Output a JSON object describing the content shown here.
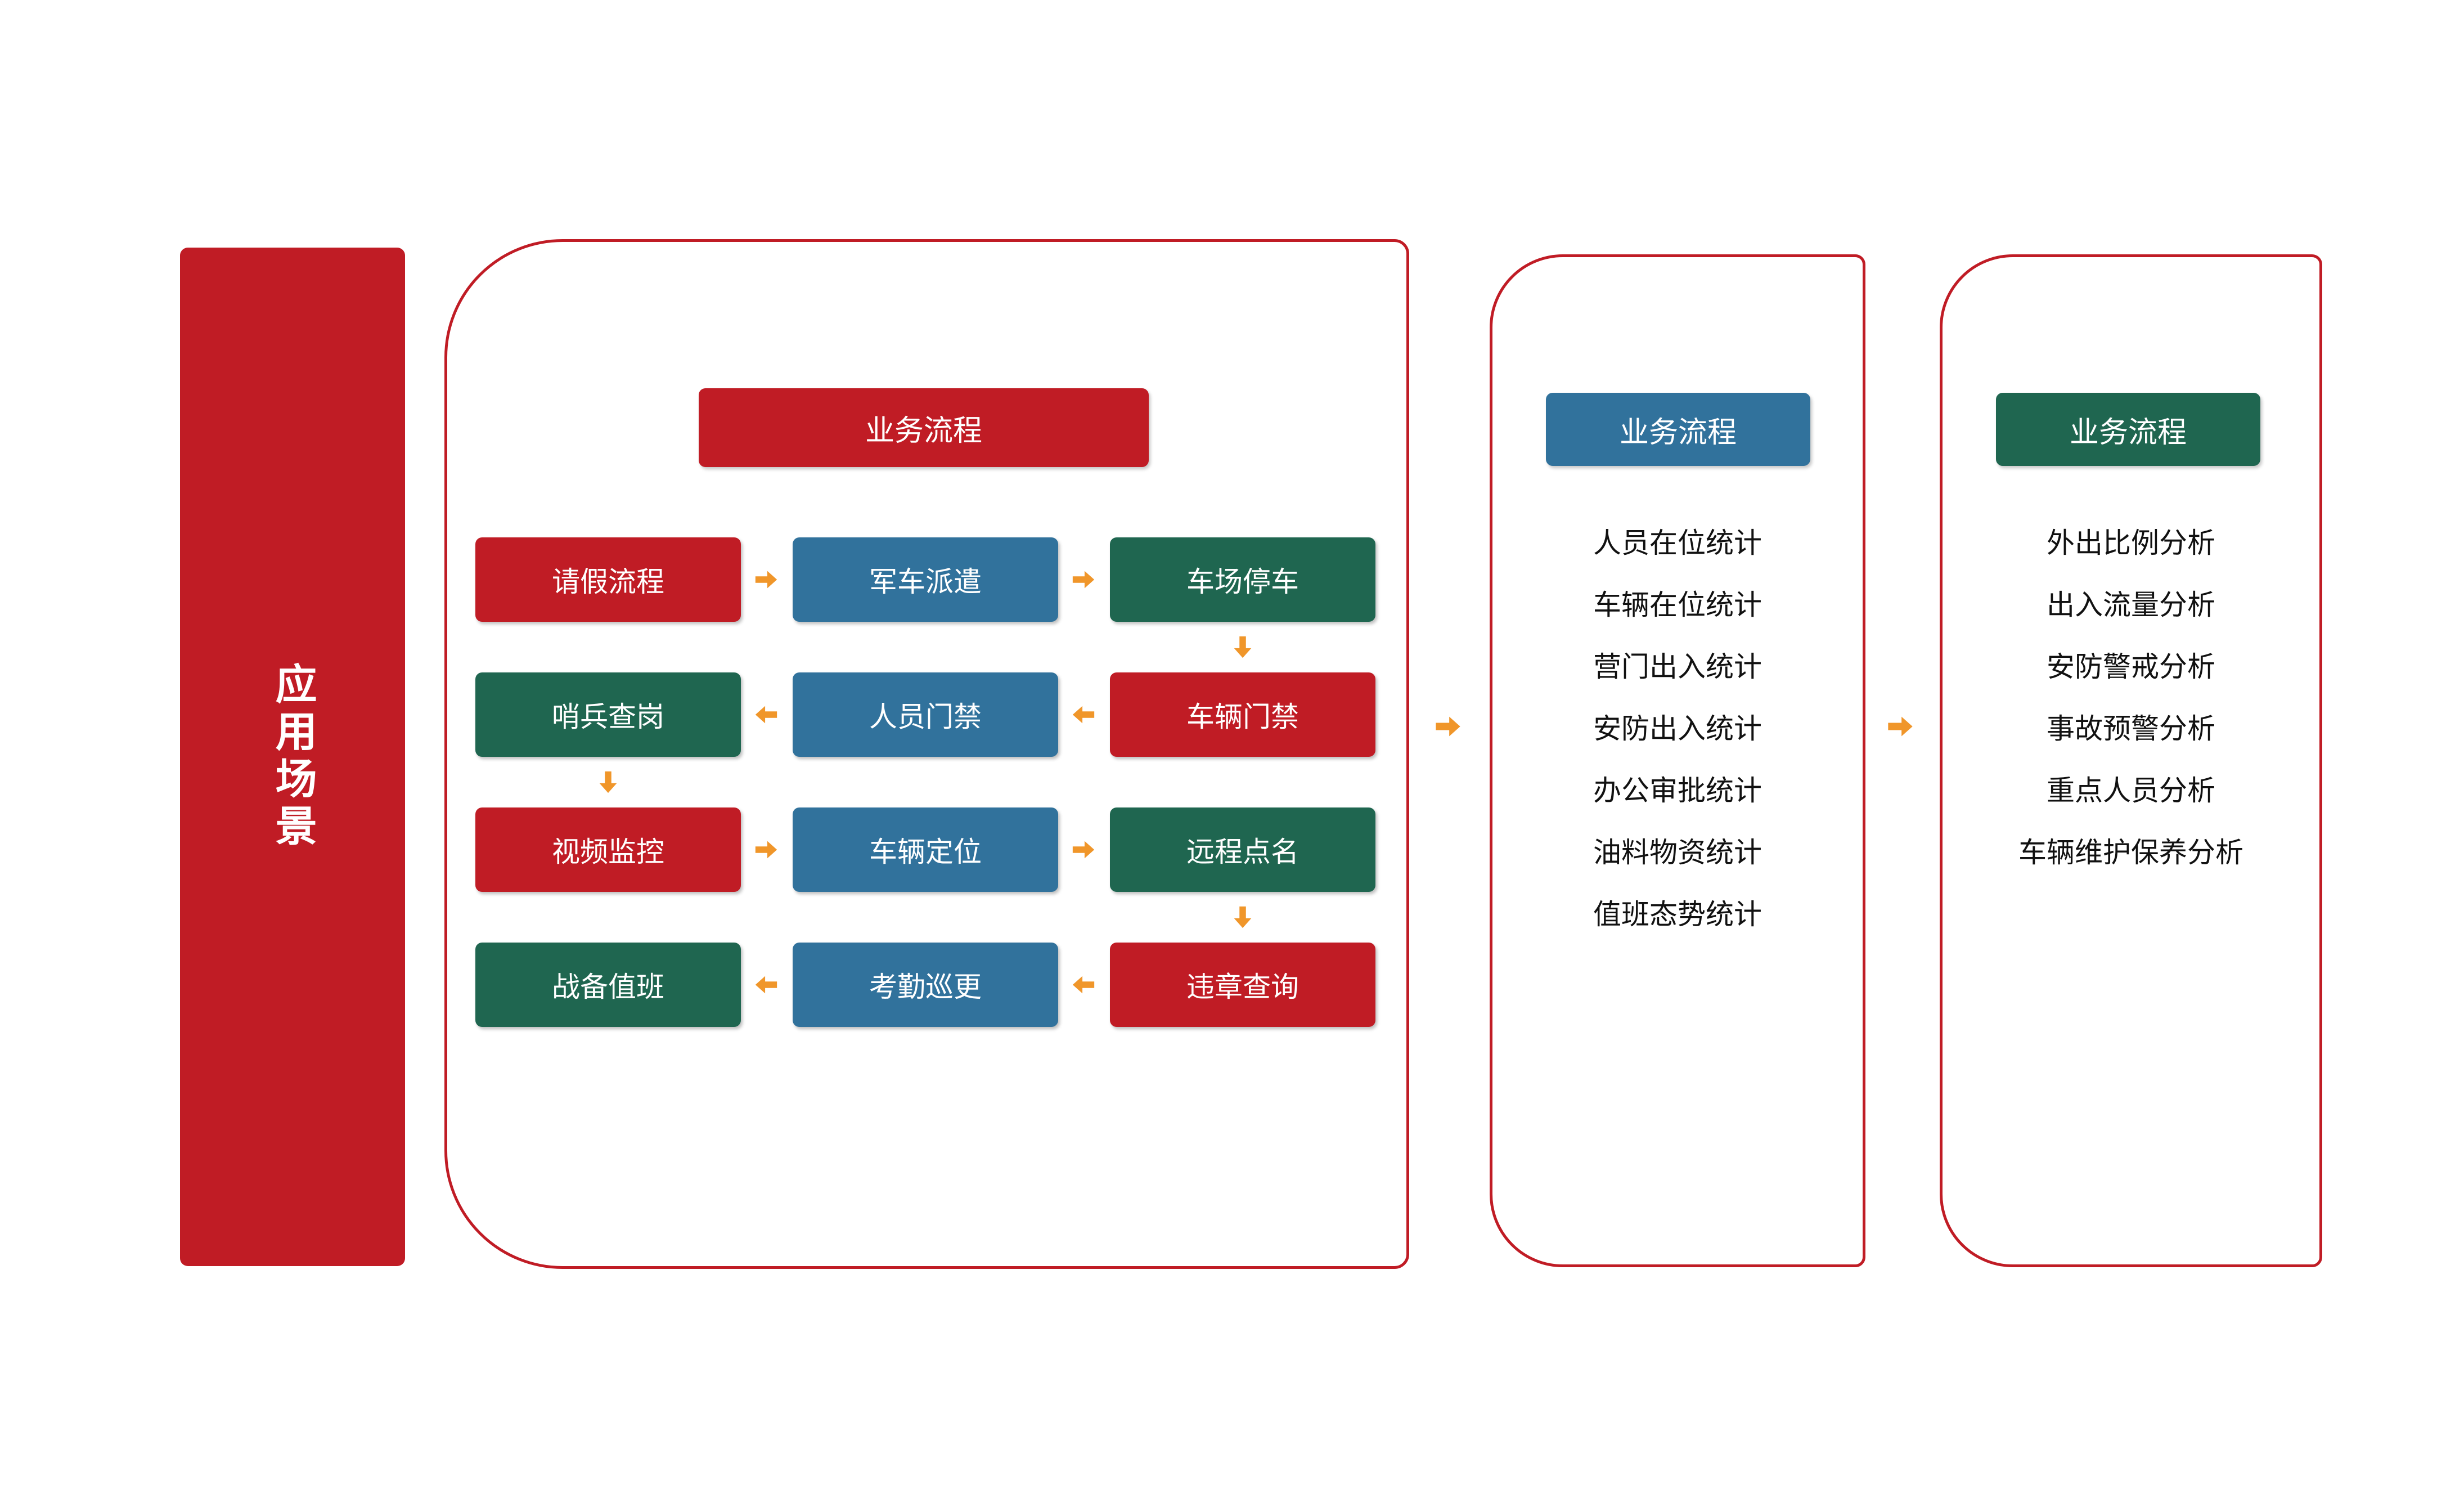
{
  "scenario_banner": {
    "label": "应用场景",
    "color": "#C01C25"
  },
  "flow_panel": {
    "header": {
      "label": "业务流程",
      "color": "#C01C25"
    },
    "rows": [
      {
        "boxes": [
          {
            "label": "请假流程",
            "color": "#C01C25"
          },
          {
            "label": "军车派遣",
            "color": "#31729C"
          },
          {
            "label": "车场停车",
            "color": "#1F6650"
          }
        ],
        "h_arrows": [
          "arrow-right-icon",
          "arrow-right-icon"
        ],
        "down_arrow": "arrow-down-icon",
        "down_arrow_side": "right"
      },
      {
        "boxes": [
          {
            "label": "哨兵查岗",
            "color": "#1F6650"
          },
          {
            "label": "人员门禁",
            "color": "#31729C"
          },
          {
            "label": "车辆门禁",
            "color": "#C01C25"
          }
        ],
        "h_arrows": [
          "arrow-left-icon",
          "arrow-left-icon"
        ],
        "down_arrow": "arrow-down-icon",
        "down_arrow_side": "left"
      },
      {
        "boxes": [
          {
            "label": "视频监控",
            "color": "#C01C25"
          },
          {
            "label": "车辆定位",
            "color": "#31729C"
          },
          {
            "label": "远程点名",
            "color": "#1F6650"
          }
        ],
        "h_arrows": [
          "arrow-right-icon",
          "arrow-right-icon"
        ],
        "down_arrow": "arrow-down-icon",
        "down_arrow_side": "right"
      },
      {
        "boxes": [
          {
            "label": "战备值班",
            "color": "#1F6650"
          },
          {
            "label": "考勤巡更",
            "color": "#31729C"
          },
          {
            "label": "违章查询",
            "color": "#C01C25"
          }
        ],
        "h_arrows": [
          "arrow-left-icon",
          "arrow-left-icon"
        ],
        "down_arrow": null,
        "down_arrow_side": null
      }
    ]
  },
  "stats_panel": {
    "header": {
      "label": "业务流程",
      "color": "#31729C"
    },
    "items": [
      "人员在位统计",
      "车辆在位统计",
      "营门出入统计",
      "安防出入统计",
      "办公审批统计",
      "油料物资统计",
      "值班态势统计"
    ]
  },
  "analysis_panel": {
    "header": {
      "label": "业务流程",
      "color": "#1F6650"
    },
    "items": [
      "外出比例分析",
      "出入流量分析",
      "安防警戒分析",
      "事故预警分析",
      "重点人员分析",
      "车辆维护保养分析"
    ]
  },
  "connectors": [
    {
      "name": "flow-to-stats-arrow",
      "icon": "arrow-right-icon"
    },
    {
      "name": "stats-to-analysis-arrow",
      "icon": "arrow-right-icon"
    }
  ],
  "palette": {
    "red": "#C01C25",
    "blue": "#31729C",
    "green": "#1F6650",
    "orange": "#F0962A",
    "panel_border": "#C01C25",
    "text_dark": "#111111",
    "background": "#FFFFFF"
  }
}
